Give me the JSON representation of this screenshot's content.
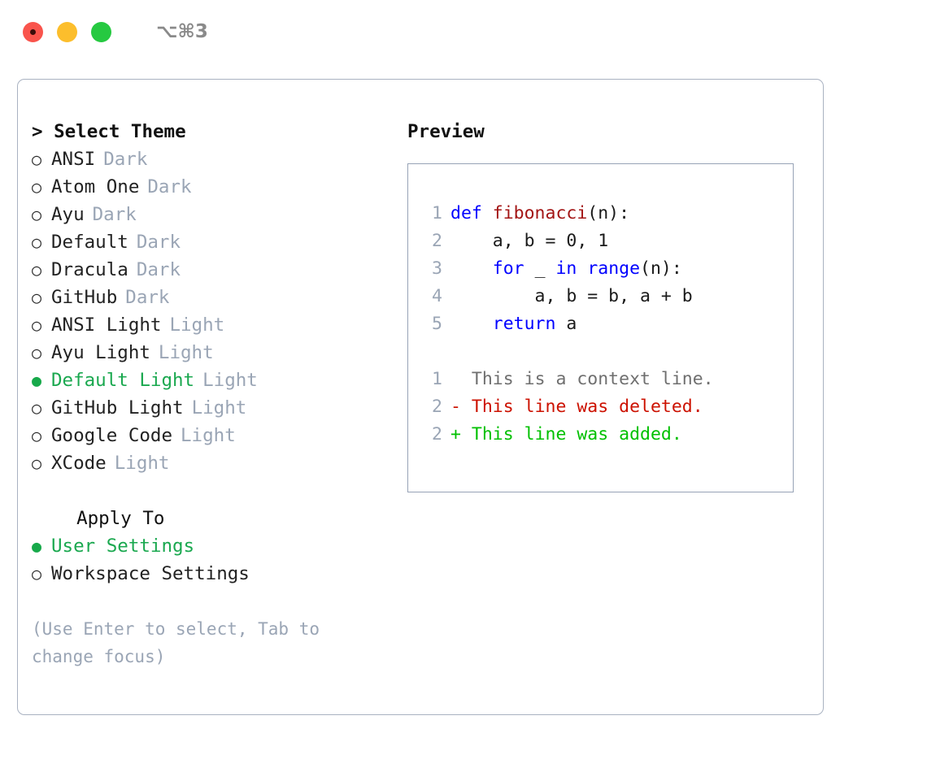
{
  "titlebar": {
    "lights": [
      {
        "name": "close-button",
        "color": "#f9544c"
      },
      {
        "name": "minimize-button",
        "color": "#fcbe2c"
      },
      {
        "name": "maximize-button",
        "color": "#26c941"
      }
    ],
    "shortcut": "⌥⌘3"
  },
  "theme_panel": {
    "header": "> Select Theme",
    "items": [
      {
        "marker": "○",
        "label": "ANSI",
        "tag": "Dark",
        "selected": false
      },
      {
        "marker": "○",
        "label": "Atom One",
        "tag": "Dark",
        "selected": false
      },
      {
        "marker": "○",
        "label": "Ayu",
        "tag": "Dark",
        "selected": false
      },
      {
        "marker": "○",
        "label": "Default",
        "tag": "Dark",
        "selected": false
      },
      {
        "marker": "○",
        "label": "Dracula",
        "tag": "Dark",
        "selected": false
      },
      {
        "marker": "○",
        "label": "GitHub",
        "tag": "Dark",
        "selected": false
      },
      {
        "marker": "○",
        "label": "ANSI Light",
        "tag": "Light",
        "selected": false
      },
      {
        "marker": "○",
        "label": "Ayu Light",
        "tag": "Light",
        "selected": false
      },
      {
        "marker": "●",
        "label": "Default Light",
        "tag": "Light",
        "selected": true
      },
      {
        "marker": "○",
        "label": "GitHub Light",
        "tag": "Light",
        "selected": false
      },
      {
        "marker": "○",
        "label": "Google Code",
        "tag": "Light",
        "selected": false
      },
      {
        "marker": "○",
        "label": "XCode",
        "tag": "Light",
        "selected": false
      }
    ]
  },
  "apply_to": {
    "header": "  Apply To",
    "items": [
      {
        "marker": "●",
        "label": "User Settings",
        "selected": true
      },
      {
        "marker": "○",
        "label": "Workspace Settings",
        "selected": false
      }
    ]
  },
  "hint": "(Use Enter to select, Tab to change focus)",
  "preview": {
    "header": "Preview",
    "code_lines": [
      {
        "lineno": "1",
        "tokens": [
          {
            "text": "def ",
            "type": "kw"
          },
          {
            "text": "fibonacci",
            "type": "fn"
          },
          {
            "text": "(n):",
            "type": "plain"
          }
        ]
      },
      {
        "lineno": "2",
        "tokens": [
          {
            "text": "    a, b = 0, 1",
            "type": "plain"
          }
        ]
      },
      {
        "lineno": "3",
        "tokens": [
          {
            "text": "    ",
            "type": "plain"
          },
          {
            "text": "for",
            "type": "kw"
          },
          {
            "text": " _ ",
            "type": "plain"
          },
          {
            "text": "in",
            "type": "kw"
          },
          {
            "text": " ",
            "type": "plain"
          },
          {
            "text": "range",
            "type": "kw"
          },
          {
            "text": "(n):",
            "type": "plain"
          }
        ]
      },
      {
        "lineno": "4",
        "tokens": [
          {
            "text": "        a, b = b, a + b",
            "type": "plain"
          }
        ]
      },
      {
        "lineno": "5",
        "tokens": [
          {
            "text": "    ",
            "type": "plain"
          },
          {
            "text": "return",
            "type": "kw"
          },
          {
            "text": " a",
            "type": "plain"
          }
        ]
      }
    ],
    "diff_lines": [
      {
        "lineno": "1",
        "sign": " ",
        "text": "This is a context line.",
        "kind": "ctx"
      },
      {
        "lineno": "2",
        "sign": "-",
        "text": "This line was deleted.",
        "kind": "del"
      },
      {
        "lineno": "2",
        "sign": "+",
        "text": "This line was added.",
        "kind": "add"
      }
    ]
  },
  "colors": {
    "accent_green": "#1aa84f",
    "marker_green": "#17a94a",
    "tag_gray": "#9aa5b5",
    "border": "#a9b2c1",
    "preview_border": "#97a3b6",
    "keyword_blue": "#0000ff",
    "function_red": "#a31515",
    "diff_delete": "#cc1100",
    "diff_add": "#00c000",
    "diff_context": "#6f6f6f"
  }
}
